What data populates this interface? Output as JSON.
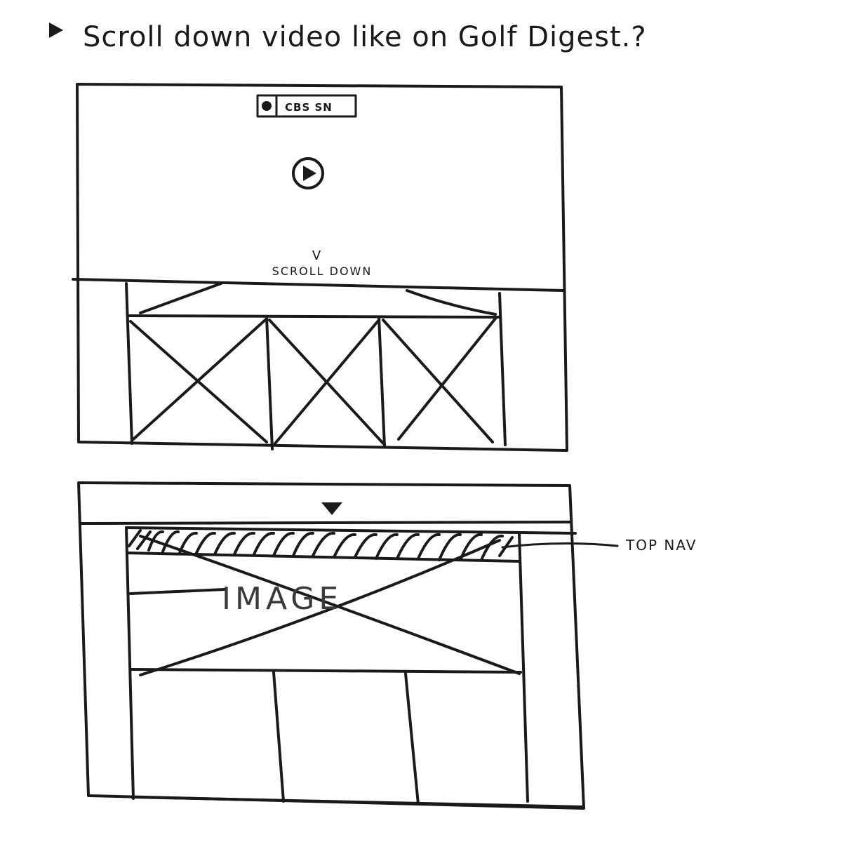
{
  "title": "Scroll down video like on Golf Digest.?",
  "frame1": {
    "badge_label": "CBS SN",
    "scroll_label": "SCROLL DOWN",
    "scroll_arrow": "V"
  },
  "frame2": {
    "image_label": "IMAGE",
    "callout_label": "TOP NAV"
  },
  "icons": {
    "bullet": "play-triangle-bullet",
    "badge_dot": "record-dot",
    "play": "play-circle",
    "down": "down-triangle"
  },
  "colors": {
    "ink": "#1a1a1a",
    "paper": "#ffffff"
  }
}
